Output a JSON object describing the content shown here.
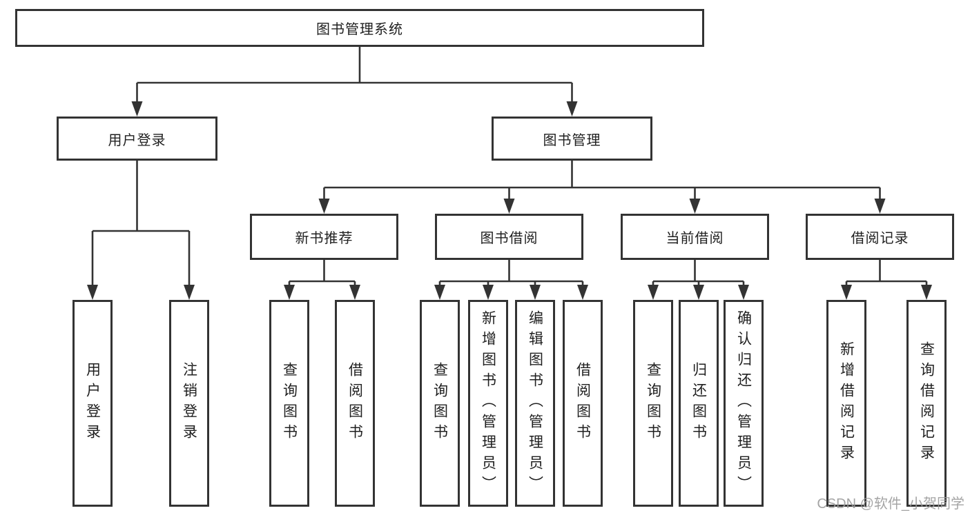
{
  "diagram": {
    "root": "图书管理系统",
    "level2": [
      "用户登录",
      "图书管理"
    ],
    "level3": [
      "新书推荐",
      "图书借阅",
      "当前借阅",
      "借阅记录"
    ],
    "leaves": {
      "user_login": [
        "用户登录",
        "注销登录"
      ],
      "new_book": [
        "查询图书",
        "借阅图书"
      ],
      "book_borrow": [
        "查询图书",
        "新增图书（管理员）",
        "编辑图书（管理员）",
        "借阅图书"
      ],
      "current_borrow": [
        "查询图书",
        "归还图书",
        "确认归还（管理员）"
      ],
      "borrow_records": [
        "新增借阅记录",
        "查询借阅记录"
      ]
    }
  },
  "watermark": "CSDN @软件_小贺同学",
  "colors": {
    "line": "#333333",
    "border": "#333333",
    "text": "#1f1f1f",
    "background": "#ffffff",
    "watermark": "#9b9b9b"
  }
}
